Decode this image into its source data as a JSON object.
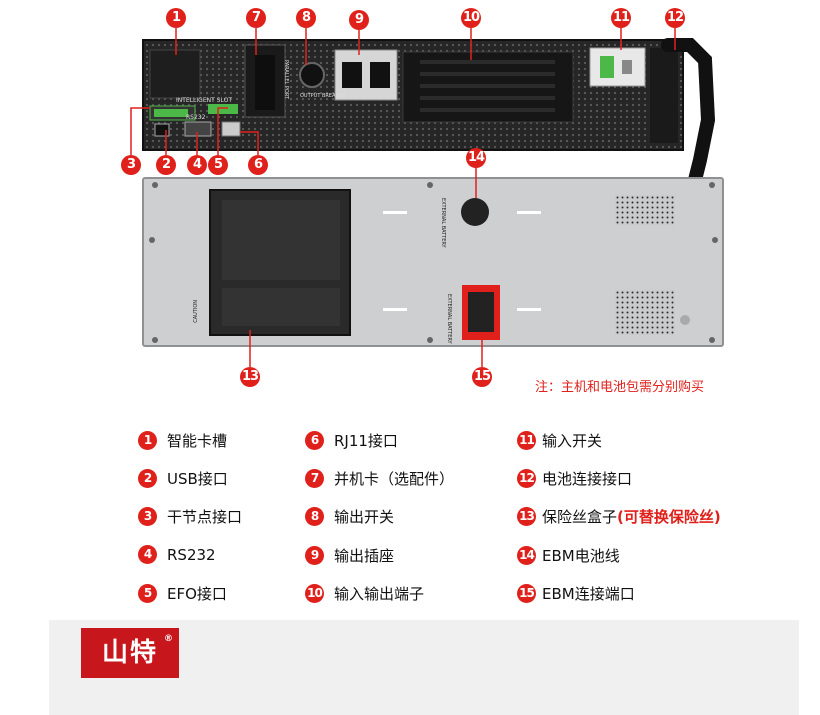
{
  "callouts": [
    "1",
    "2",
    "3",
    "4",
    "5",
    "6",
    "7",
    "8",
    "9",
    "10",
    "11",
    "12",
    "13",
    "14",
    "15"
  ],
  "panel_text": {
    "intelligent_slot": "INTELLIGENT SLOT",
    "rs232": "RS232",
    "parallel_port": "PARALLEL PORT",
    "output_breaker": "OUTPUT BREAKER",
    "external_battery_top": "EXTERNAL BATTERY",
    "external_battery_bottom": "EXTERNAL BATTERY",
    "caution": "CAUTION"
  },
  "note": "注：主机和电池包需分别购买",
  "legend": {
    "c1": [
      {
        "num": "1",
        "label": "智能卡槽"
      },
      {
        "num": "2",
        "label": "USB接口"
      },
      {
        "num": "3",
        "label": "干节点接口"
      },
      {
        "num": "4",
        "label": "RS232"
      },
      {
        "num": "5",
        "label": "EFO接口"
      }
    ],
    "c2": [
      {
        "num": "6",
        "label": "RJ11接口"
      },
      {
        "num": "7",
        "label": "并机卡（选配件）"
      },
      {
        "num": "8",
        "label": "输出开关"
      },
      {
        "num": "9",
        "label": "输出插座"
      },
      {
        "num": "10",
        "label": "输入输出端子"
      }
    ],
    "c3": [
      {
        "num": "11",
        "label": "输入开关"
      },
      {
        "num": "12",
        "label": "电池连接接口"
      },
      {
        "num": "13",
        "label": "保险丝盒子",
        "extra": "(可替换保险丝)"
      },
      {
        "num": "14",
        "label": "EBM电池线"
      },
      {
        "num": "15",
        "label": "EBM连接端口"
      }
    ]
  },
  "brand": {
    "name": "山特",
    "mark": "®"
  },
  "colors": {
    "accent": "#e0201b",
    "logo_bg": "#c8161d",
    "band": "#f0f0f0"
  }
}
